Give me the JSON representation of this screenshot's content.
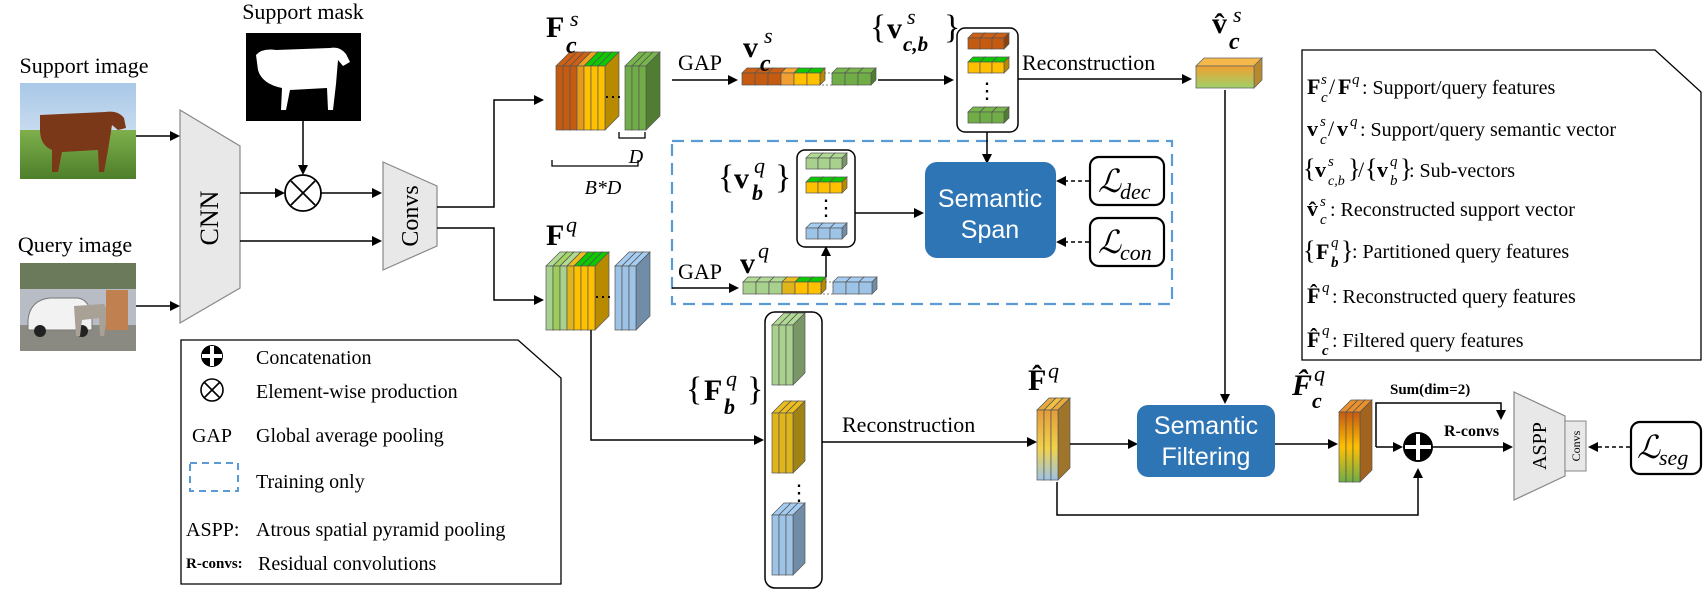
{
  "inputs": {
    "support_image_label": "Support image",
    "support_mask_label": "Support mask",
    "query_image_label": "Query image"
  },
  "modules": {
    "cnn": "CNN",
    "convs": "Convs",
    "semantic_span": [
      "Semantic",
      "Span"
    ],
    "semantic_filtering": [
      "Semantic",
      "Filtering"
    ],
    "aspp": "ASPP",
    "aspp_convs": "Convs"
  },
  "labels": {
    "gap_support": "GAP",
    "gap_query": "GAP",
    "reconstruction_support": "Reconstruction",
    "reconstruction_query": "Reconstruction",
    "dim_d": "D",
    "dim_bd": "B*D",
    "sum_dim": "Sum(dim=2)",
    "r_convs": "R-convs",
    "vdots": "⋮",
    "hdots": "⋯"
  },
  "symbols": {
    "Fcs": {
      "base": "F",
      "sub": "c",
      "sup": "s"
    },
    "Fq": {
      "base": "F",
      "sup": "q"
    },
    "vcs": {
      "base": "v",
      "sub": "c",
      "sup": "s"
    },
    "vq": {
      "base": "v",
      "sup": "q"
    },
    "vcbs_set": {
      "base": "v",
      "sub": "c,b",
      "sup": "s"
    },
    "vbq_set": {
      "base": "v",
      "sub": "b",
      "sup": "q"
    },
    "Fbq_set": {
      "base": "F",
      "sub": "b",
      "sup": "q"
    },
    "vcs_hat": {
      "base": "v̂",
      "sub": "c",
      "sup": "s"
    },
    "Fq_hat": {
      "base": "F̂",
      "sup": "q"
    },
    "Fcq_hat": {
      "base": "F̂",
      "sub": "c",
      "sup": "q"
    }
  },
  "losses": {
    "dec": {
      "base": "ℒ",
      "sub": "dec"
    },
    "con": {
      "base": "ℒ",
      "sub": "con"
    },
    "seg": {
      "base": "ℒ",
      "sub": "seg"
    }
  },
  "legend_left": [
    {
      "symbol": "⊕",
      "text": "Concatenation"
    },
    {
      "symbol": "⊗",
      "text": "Element-wise production"
    },
    {
      "symbol": "GAP",
      "text": "Global average pooling"
    },
    {
      "symbol": "dashed-box",
      "text": "Training only"
    },
    {
      "symbol": "ASPP:",
      "text": "Atrous spatial pyramid pooling"
    },
    {
      "symbol": "R-convs:",
      "text": "Residual convolutions"
    }
  ],
  "legend_right": [
    {
      "sym": "Fcs/Fq",
      "text": ": Support/query features"
    },
    {
      "sym": "vcs/vq",
      "text": ": Support/query semantic vector"
    },
    {
      "sym": "{vcbs}/{vbq}",
      "text": ": Sub-vectors"
    },
    {
      "sym": "vcs_hat",
      "text": ": Reconstructed support vector"
    },
    {
      "sym": "{Fbq}",
      "text": ": Partitioned query features"
    },
    {
      "sym": "Fq_hat",
      "text": ": Reconstructed query features"
    },
    {
      "sym": "Fcq_hat",
      "text": ": Filtered query features"
    }
  ],
  "colors": {
    "module_blue": "#2e75b6",
    "dashed_blue": "#5b9bd5",
    "feat_orange": "#c55a11",
    "feat_yellow": "#ffc000",
    "feat_green": "#70ad47",
    "feat_lightgreen": "#a9d18e",
    "feat_blue": "#9dc3e6",
    "module_gray": "#e8e8e8"
  }
}
